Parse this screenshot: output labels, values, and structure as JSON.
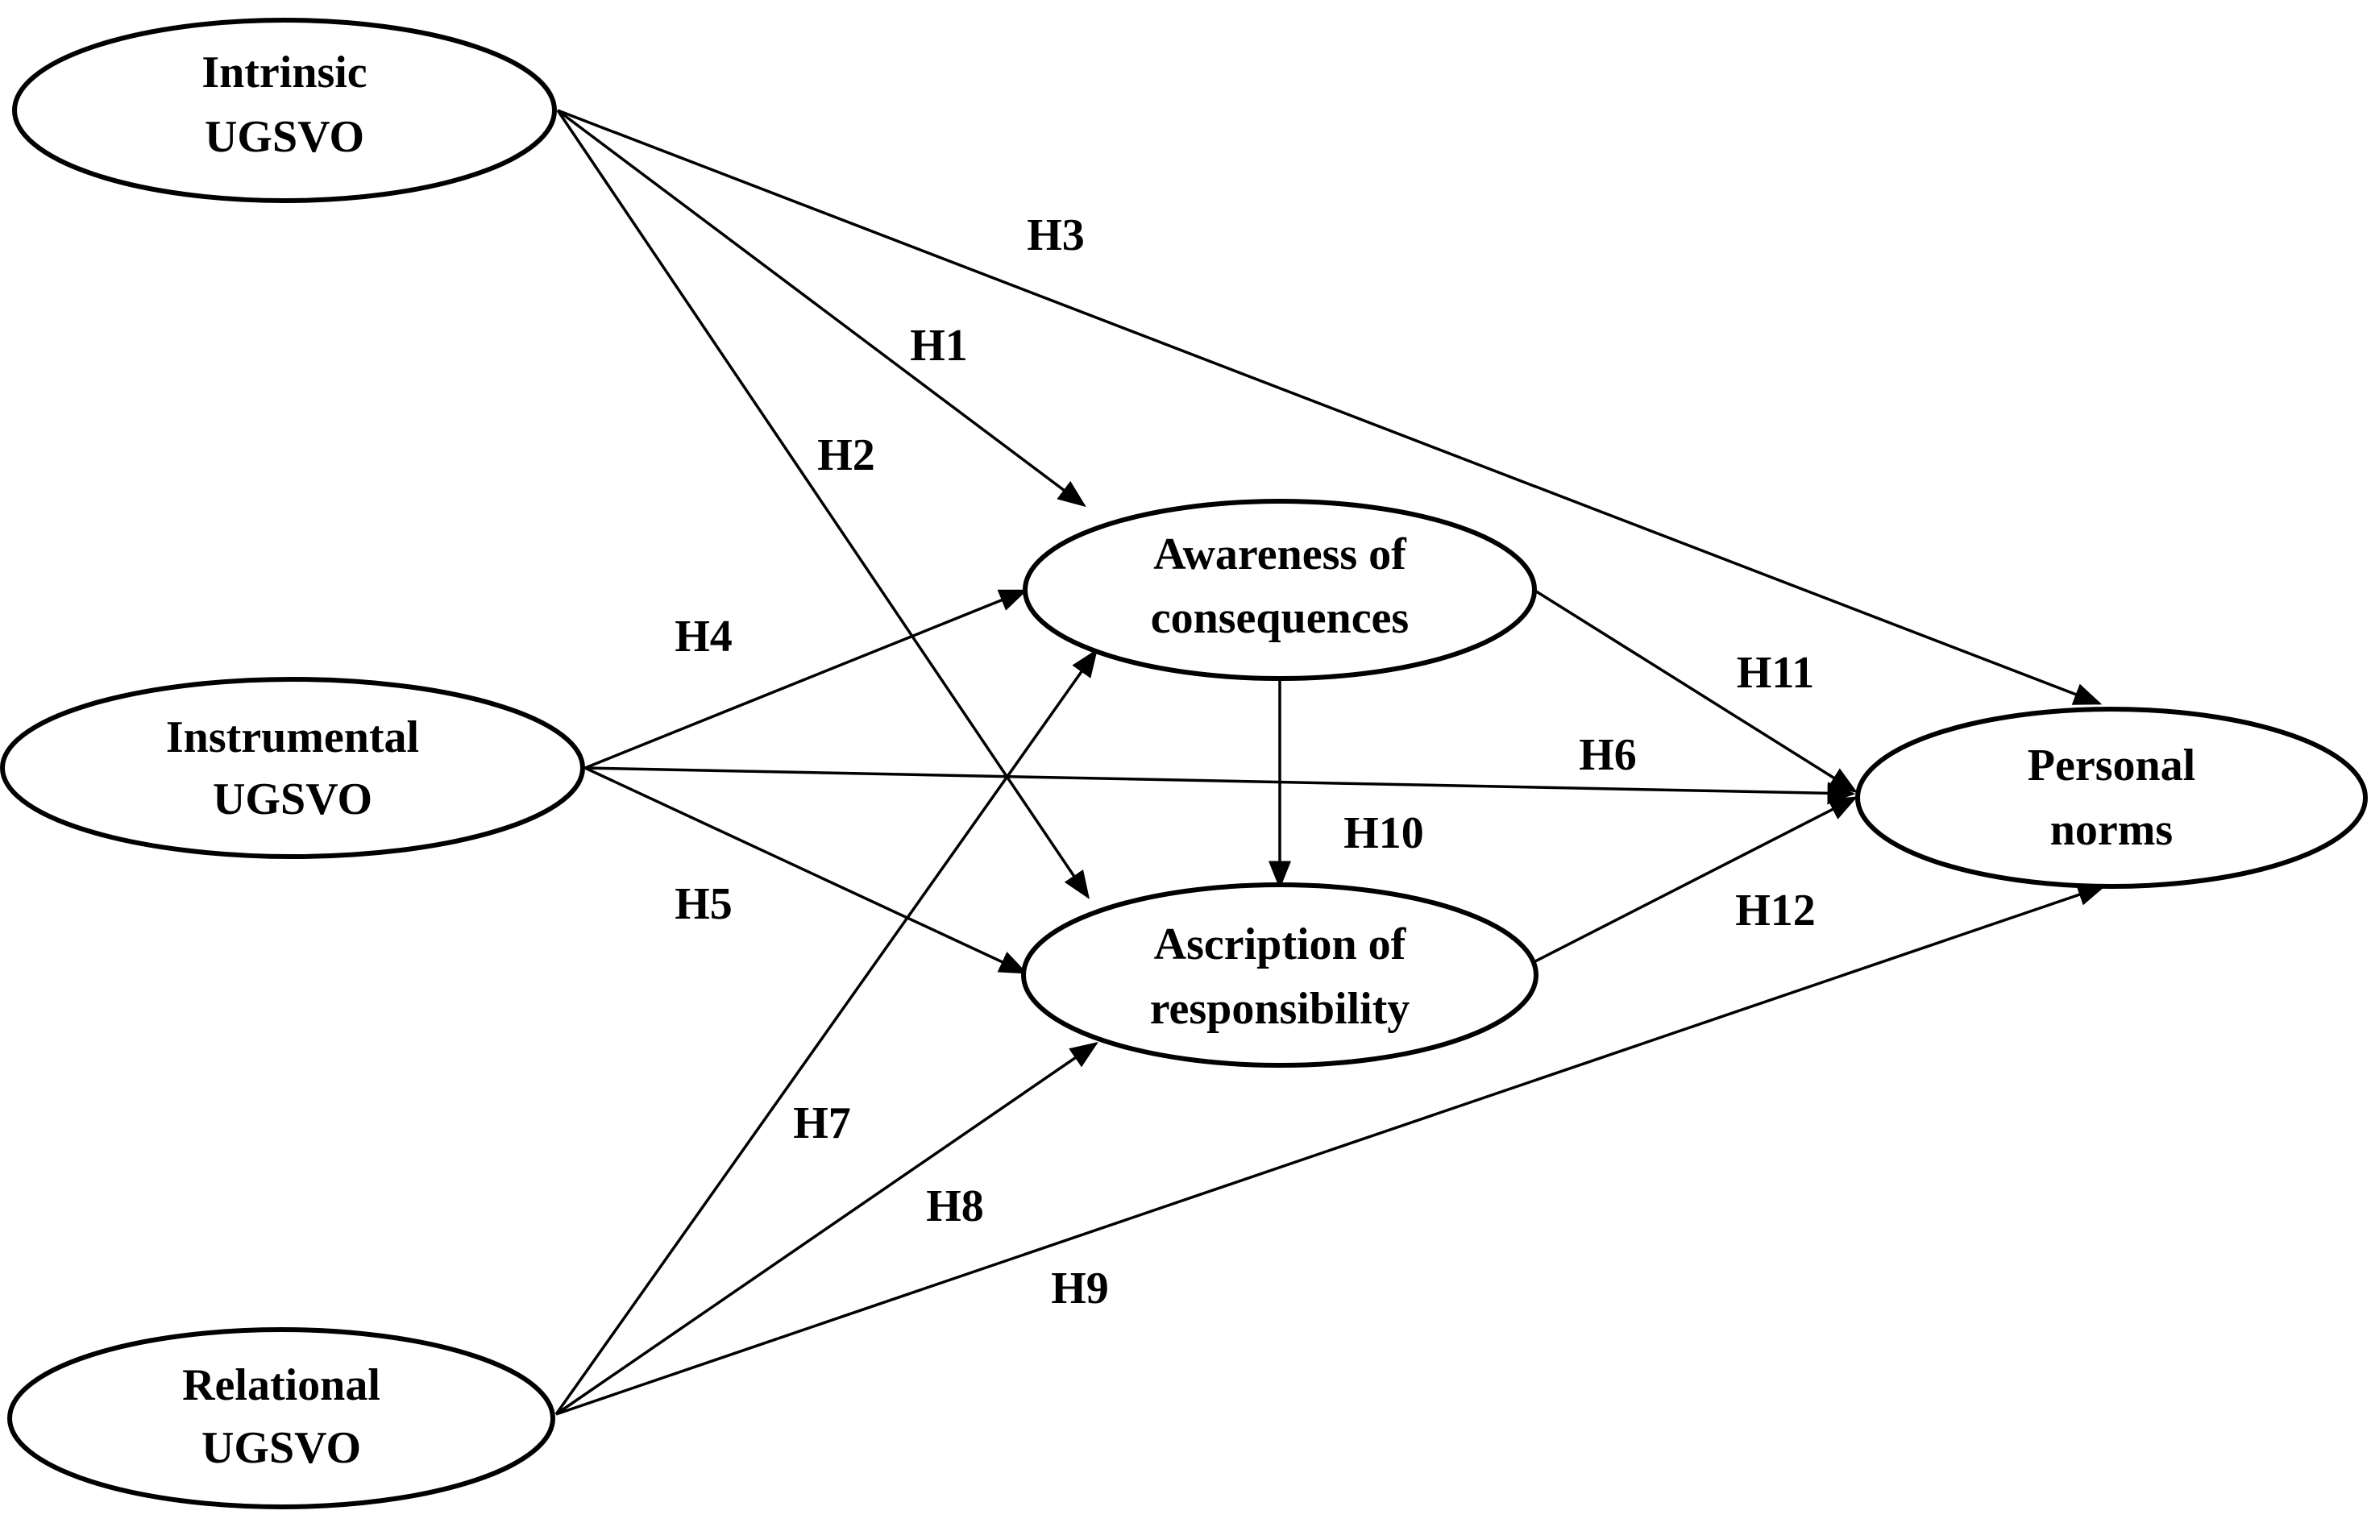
{
  "nodes": {
    "intrinsic": {
      "line1": "Intrinsic",
      "line2": "UGSVO"
    },
    "instrumental": {
      "line1": "Instrumental",
      "line2": "UGSVO"
    },
    "relational": {
      "line1": "Relational",
      "line2": "UGSVO"
    },
    "awareness": {
      "line1": "Awareness of",
      "line2": "consequences"
    },
    "ascription": {
      "line1": "Ascription of",
      "line2": "responsibility"
    },
    "personal": {
      "line1": "Personal",
      "line2": "norms"
    }
  },
  "edges": [
    {
      "label": "H1",
      "from": "intrinsic",
      "to": "awareness"
    },
    {
      "label": "H2",
      "from": "intrinsic",
      "to": "ascription"
    },
    {
      "label": "H3",
      "from": "intrinsic",
      "to": "personal"
    },
    {
      "label": "H4",
      "from": "instrumental",
      "to": "awareness"
    },
    {
      "label": "H5",
      "from": "instrumental",
      "to": "ascription"
    },
    {
      "label": "H6",
      "from": "instrumental",
      "to": "personal"
    },
    {
      "label": "H7",
      "from": "relational",
      "to": "awareness"
    },
    {
      "label": "H8",
      "from": "relational",
      "to": "ascription"
    },
    {
      "label": "H9",
      "from": "relational",
      "to": "personal"
    },
    {
      "label": "H10",
      "from": "awareness",
      "to": "ascription"
    },
    {
      "label": "H11",
      "from": "awareness",
      "to": "personal"
    },
    {
      "label": "H12",
      "from": "ascription",
      "to": "personal"
    }
  ]
}
